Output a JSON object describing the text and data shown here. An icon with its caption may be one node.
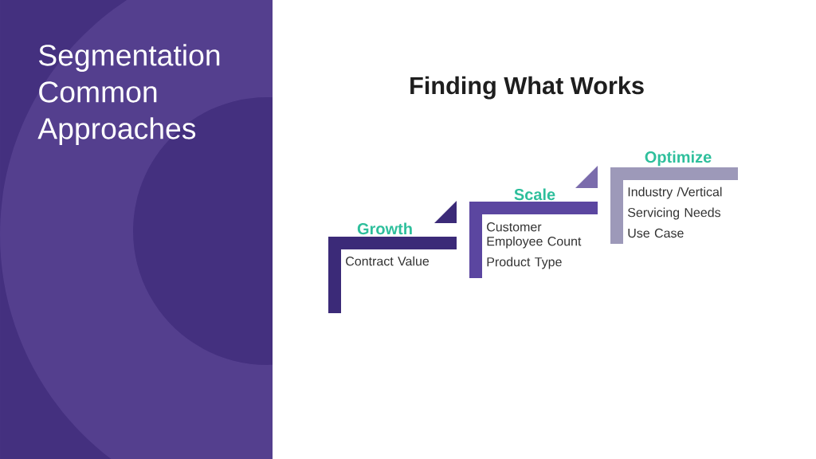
{
  "diagram": {
    "title": "Segmentation Common Approaches",
    "nodes": [
      {
        "text": [
          "Growth",
          "Contract Value"
        ]
      },
      {
        "text": [
          "Scale",
          "Customer Employee Count",
          "Product Type"
        ]
      },
      {
        "text": [
          "Optimize",
          "Industry /Vertical",
          "Servicing Needs",
          "Use Case"
        ]
      }
    ],
    "labels": [
      "Finding What Works"
    ]
  }
}
